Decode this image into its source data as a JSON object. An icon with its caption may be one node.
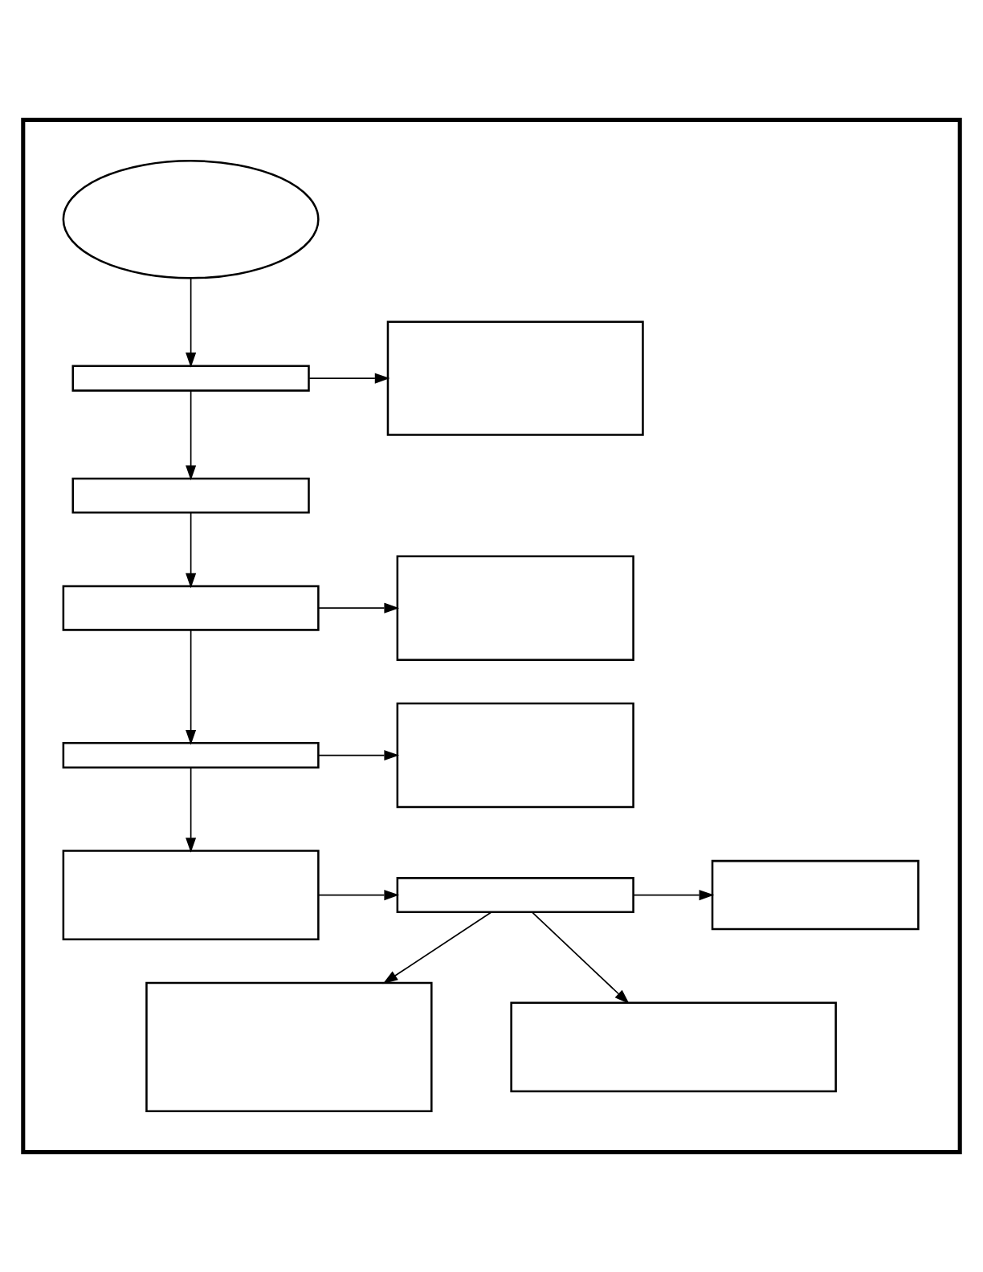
{
  "diagram": {
    "nodes": [
      {
        "text": [],
        "shape": "box"
      },
      {
        "text": [],
        "shape": "ellipse",
        "in": 0
      },
      {
        "text": [],
        "shape": "box",
        "in": 0
      },
      {
        "text": [],
        "shape": "box",
        "in": 0
      },
      {
        "text": [],
        "shape": "box",
        "in": 0
      },
      {
        "text": [],
        "shape": "box",
        "in": 0
      },
      {
        "text": [],
        "shape": "box",
        "in": 0
      },
      {
        "text": [],
        "shape": "box",
        "in": 0
      },
      {
        "text": [],
        "shape": "box",
        "in": 0
      },
      {
        "text": [],
        "shape": "box",
        "in": 0
      },
      {
        "text": [],
        "shape": "box",
        "in": 0
      },
      {
        "text": [],
        "shape": "box",
        "in": 0
      },
      {
        "text": [],
        "shape": "box",
        "in": 0
      },
      {
        "text": [],
        "shape": "box",
        "in": 0
      }
    ],
    "edges": [
      {
        "from": 1,
        "to": 2,
        "arrow": "to"
      },
      {
        "from": 2,
        "to": 3,
        "arrow": "to"
      },
      {
        "from": 2,
        "to": 4,
        "arrow": "to"
      },
      {
        "from": 4,
        "to": 5,
        "arrow": "to"
      },
      {
        "from": 5,
        "to": 6,
        "arrow": "to"
      },
      {
        "from": 5,
        "to": 7,
        "arrow": "to"
      },
      {
        "from": 7,
        "to": 8,
        "arrow": "to"
      },
      {
        "from": 7,
        "to": 9,
        "arrow": "to"
      },
      {
        "from": 9,
        "to": 10,
        "arrow": "to"
      },
      {
        "from": 10,
        "to": 11,
        "arrow": "to"
      },
      {
        "from": 10,
        "to": 12,
        "arrow": "to"
      },
      {
        "from": 10,
        "to": 13,
        "arrow": "to"
      }
    ]
  }
}
